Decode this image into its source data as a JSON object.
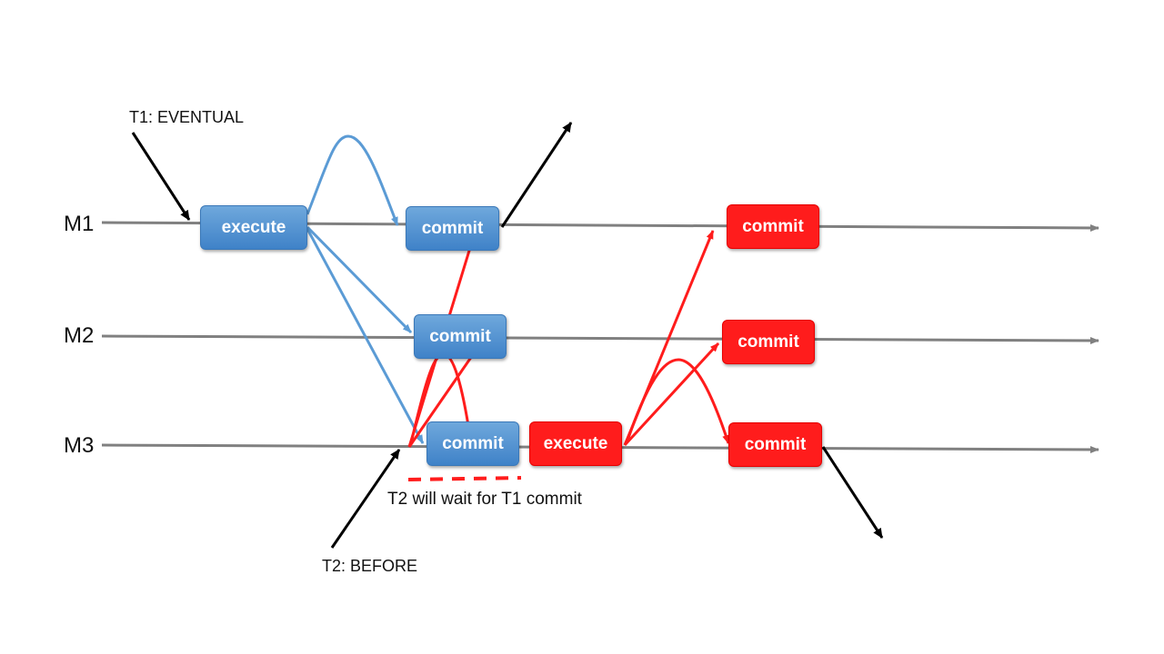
{
  "colors": {
    "blue": "#5b9bd5",
    "red": "#ff1c1c",
    "line": "#808080",
    "black": "#000000"
  },
  "labels": {
    "m1": "M1",
    "m2": "M2",
    "m3": "M3",
    "t1": "T1: EVENTUAL",
    "t2": "T2: BEFORE",
    "wait_note": "T2 will wait for T1 commit"
  },
  "nodes": {
    "t1_execute": "execute",
    "t1_commit_m1": "commit",
    "t1_commit_m2": "commit",
    "t1_commit_m3": "commit",
    "t2_execute": "execute",
    "t2_commit_m1": "commit",
    "t2_commit_m2": "commit",
    "t2_commit_m3": "commit"
  }
}
